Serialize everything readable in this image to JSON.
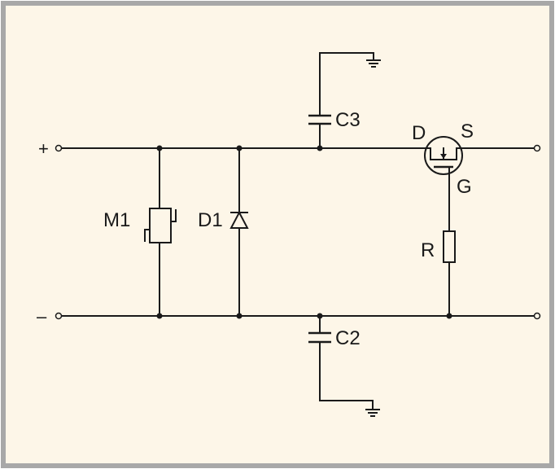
{
  "diagram": {
    "terminals": {
      "plus": "+",
      "minus": "–"
    },
    "components": {
      "m1": "M1",
      "d1": "D1",
      "c3": "C3",
      "c2": "C2",
      "r": "R"
    },
    "mosfet_pins": {
      "drain": "D",
      "source": "S",
      "gate": "G"
    },
    "colors": {
      "background": "#fdf6e8",
      "frame": "#a8a8a8",
      "ink": "#1a1a1a"
    }
  }
}
